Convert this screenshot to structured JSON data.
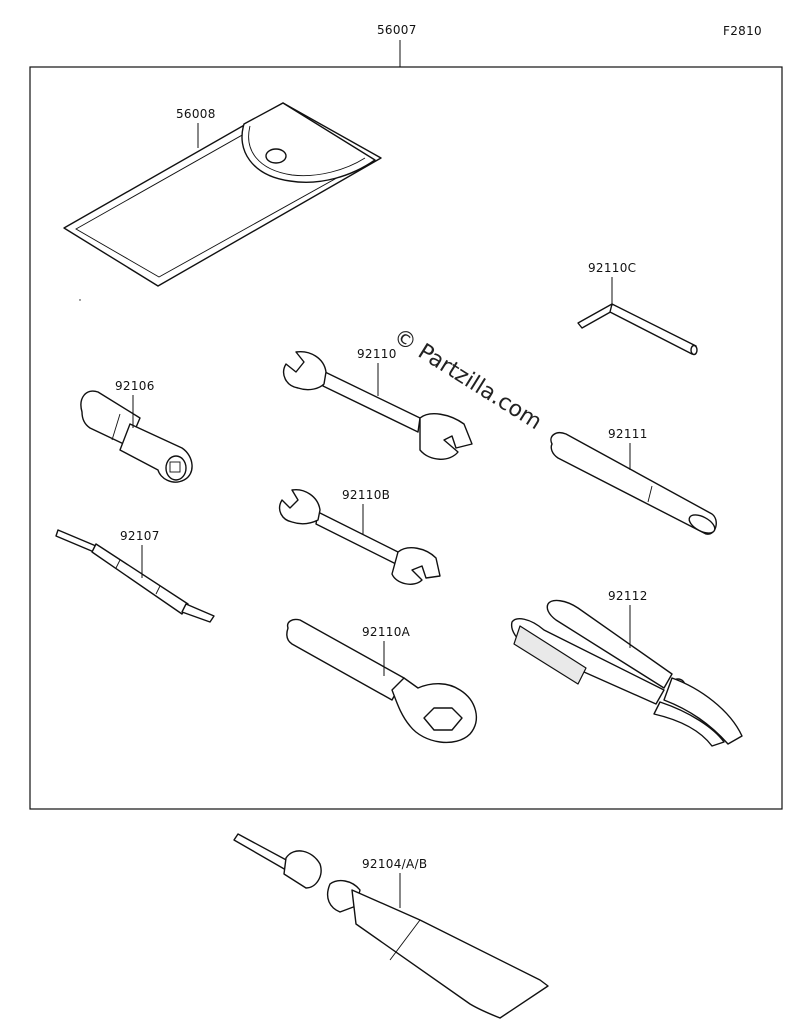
{
  "figure_code": "F2810",
  "watermark": "© Partzilla.com",
  "parts": {
    "kit": "56007",
    "pouch": "56008",
    "hex_key": "92110C",
    "wrench_large": "92110",
    "spark_plug_wrench": "92106",
    "handle": "92111",
    "wrench_small": "92110B",
    "screwdriver": "92107",
    "pliers": "92112",
    "box_wrench": "92110A",
    "grease_tube": "92104/A/B"
  }
}
